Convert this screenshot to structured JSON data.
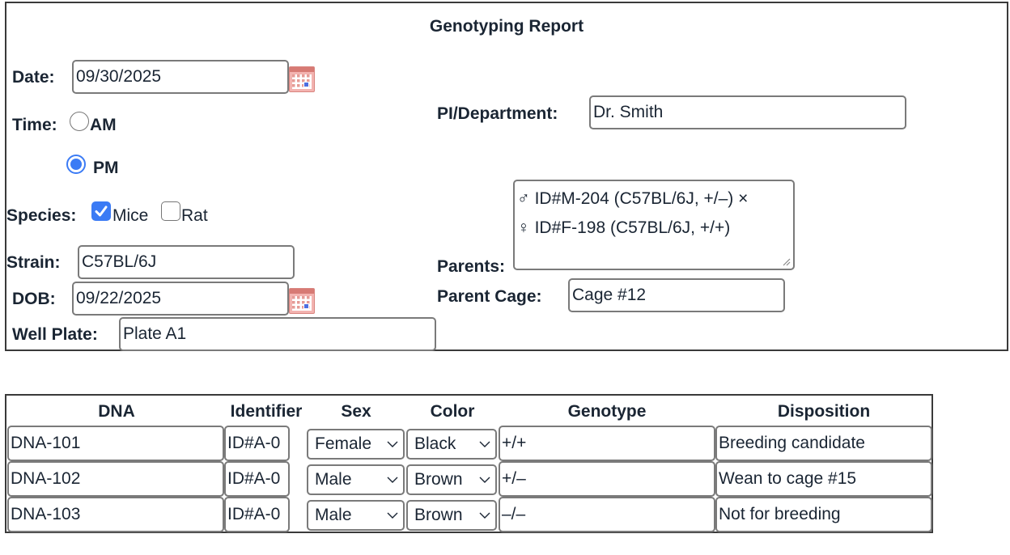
{
  "form": {
    "title": "Genotyping Report",
    "date": {
      "label": "Date:",
      "value": "09/30/2025",
      "calendar_icon": "calendar-icon"
    },
    "time": {
      "label": "Time:",
      "options": [
        {
          "label": "AM",
          "selected": false
        },
        {
          "label": "PM",
          "selected": true
        }
      ]
    },
    "species": {
      "label": "Species:",
      "options": [
        {
          "label": "Mice",
          "checked": true
        },
        {
          "label": "Rat",
          "checked": false
        }
      ]
    },
    "strain": {
      "label": "Strain:",
      "value": "C57BL/6J"
    },
    "dob": {
      "label": "DOB:",
      "value": "09/22/2025",
      "calendar_icon": "calendar-icon"
    },
    "well_plate": {
      "label": "Well Plate:",
      "value": "Plate A1"
    },
    "pi_department": {
      "label": "PI/Department:",
      "value": "Dr. Smith"
    },
    "parents": {
      "label": "Parents:",
      "lines": [
        "♂ ID#M-204 (C57BL/6J, +/–) ×",
        "♀ ID#F-198 (C57BL/6J, +/+)"
      ]
    },
    "parent_cage": {
      "label": "Parent Cage:",
      "value": "Cage #12"
    }
  },
  "table": {
    "headers": [
      "DNA",
      "Identifier",
      "Sex",
      "Color",
      "Genotype",
      "Disposition"
    ],
    "rows": [
      {
        "dna": "DNA-101",
        "identifier": "ID#A-0",
        "sex": "Female",
        "color": "Black",
        "genotype": "+/+",
        "disposition": "Breeding candidate"
      },
      {
        "dna": "DNA-102",
        "identifier": "ID#A-0",
        "sex": "Male",
        "color": "Brown",
        "genotype": "+/–",
        "disposition": "Wean to cage #15"
      },
      {
        "dna": "DNA-103",
        "identifier": "ID#A-0",
        "sex": "Male",
        "color": "Brown",
        "genotype": "–/–",
        "disposition": "Not for breeding"
      }
    ]
  },
  "colors": {
    "accent": "#3b7bf5",
    "text": "#1a2533",
    "border": "#7a7a7a",
    "frame": "#3a3a3a"
  }
}
